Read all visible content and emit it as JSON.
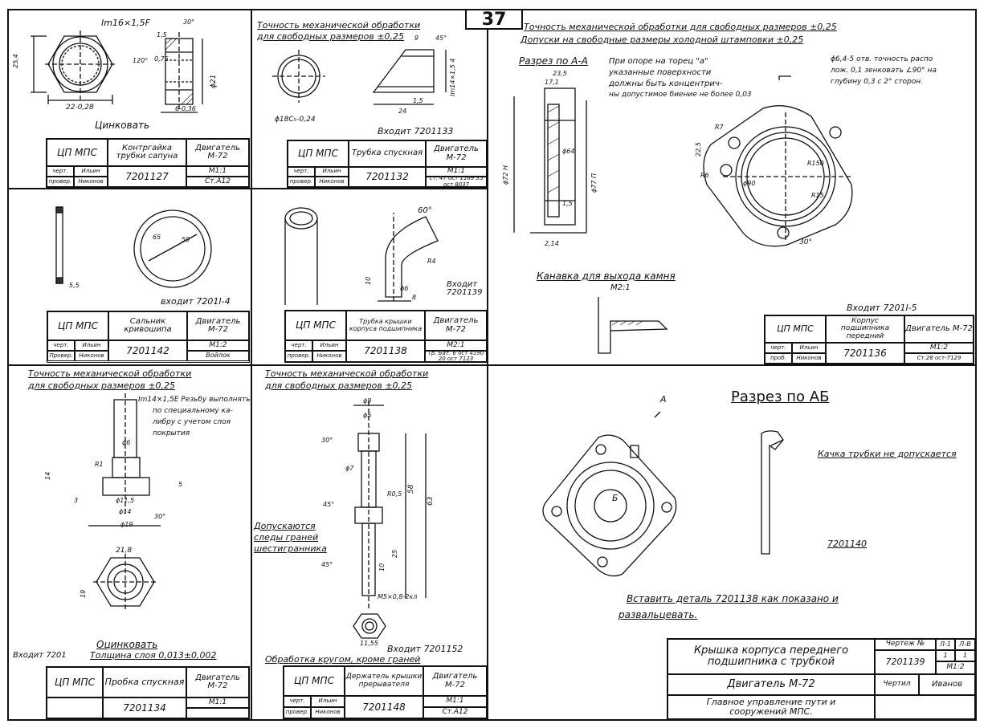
{
  "page_number": "37",
  "panels": {
    "p1": {
      "thread": "Im16×1,5F",
      "dim_a": "25,4",
      "dim_b": "22-0,28",
      "dim_c": "0,75",
      "dim_d": "ϕ21",
      "dim_e": "6-0,36",
      "dim_f": "30°",
      "dim_g": "120°",
      "dim_h": "1,5",
      "finish": "Цинковать",
      "tb": {
        "org": "ЦП МПС",
        "name": "Контргайка трубки сапуна",
        "product": "Двигатель М-72",
        "row1": "черт.",
        "row2": "провер.",
        "sig1": "Ильин",
        "sig2": "Никонов",
        "number": "7201127",
        "scale": "М1:1",
        "material": "Ст.А12"
      }
    },
    "p2": {
      "note1": "Точность механической обработки",
      "note2": "для свободных размеров ±0,25",
      "dim_a": "9",
      "dim_b": "45°",
      "dim_c": "Im14×1,5 4",
      "dim_d": "24",
      "dim_e": "1,5",
      "dim_f": "ϕ18С₅-0,24",
      "enters": "Входит 7201133",
      "tb": {
        "org": "ЦП МПС",
        "name": "Трубка спускная",
        "product": "Двигатель М-72",
        "row1": "черт.",
        "row2": "провер.",
        "sig1": "Ильин",
        "sig2": "Никонов",
        "number": "7201132",
        "scale": "М1:1",
        "material": "ст. 47 ост 1169 35 ост 8037"
      }
    },
    "p3": {
      "section": "Разрез по А-А",
      "note": [
        "При опоре на торец \"а\"",
        "указанные поверхности",
        "должны быть концентрич-",
        "ны допустимое биение не более 0,03"
      ],
      "hole_note": [
        "ϕ6,4-5 отв. точность распо",
        "лож. 0,1 зенковать ∠90° на",
        "глубину 0,3 с 2° сторон."
      ],
      "dims": [
        "23,5",
        "17,1",
        "ϕ72 Н",
        "ϕ77 П",
        "ϕ64",
        "ϕ90",
        "22,5",
        "R6",
        "R7",
        "R150",
        "R15",
        "30°",
        "2,14",
        "1,5"
      ],
      "groove_title": "Канавка для выхода камня",
      "groove_scale": "М2:1",
      "enters": "Входит 7201І-5",
      "tb": {
        "org": "ЦП МПС",
        "name": "Корпус подшипника передний",
        "product": "Двигатель М-72",
        "row1": "черт.",
        "row2": "проб.",
        "sig1": "Ильин",
        "sig2": "Никонов",
        "number": "7201136",
        "scale": "М1:2",
        "material": "Ст.28 ост-7129"
      }
    },
    "p4": {
      "dim_a": "5,5",
      "dim_b": "65",
      "dim_c": "50",
      "enters": "входит 7201І-4",
      "tb": {
        "org": "ЦП МПС",
        "name": "Сальник кривошипа",
        "product": "Двигатель М-72",
        "row1": "черт.",
        "row2": "Провер.",
        "sig1": "Ильин",
        "sig2": "Никонов",
        "number": "7201142",
        "scale": "М1:2",
        "material": "Войлок"
      }
    },
    "p5": {
      "dim_a": "60°",
      "dim_b": "R4",
      "dim_c": "10",
      "dim_d": "ϕ6",
      "dim_e": "8",
      "enters": "Входит 7201139",
      "tb": {
        "org": "ЦП МПС",
        "name": "Трубка крышки корпуса подшипника",
        "product": "Двигатель М-72",
        "row1": "черт.",
        "row2": "провер.",
        "sig1": "Ильин",
        "sig2": "Никонов",
        "number": "7201138",
        "scale": "М2:1",
        "material": "Тр. Бат. 6 ост 4190 20 ост 7123"
      }
    },
    "p6": {
      "note1": "Точность механической обработки",
      "note2": "для свободных размеров ±0,25",
      "thread_note": [
        "Im14×1,5Е Резьбу выполнять",
        "по специальному ка-",
        "либру с учетом слоя",
        "покрытия"
      ],
      "dims": [
        "ϕ6",
        "ϕ11,5",
        "ϕ14",
        "ϕ19",
        "14",
        "3",
        "5",
        "R1",
        "30°",
        "21,8",
        "19"
      ],
      "finish": "Оцинковать",
      "finish_note": "Толщина слоя 0,013±0,002",
      "enters": "Входит 7201",
      "tb": {
        "org": "ЦП МПС",
        "name": "Пробка спускная",
        "product": "Двигатель М-72",
        "number": "7201134",
        "scale": "М1:1"
      }
    },
    "p7": {
      "note1": "Точность механической обработки",
      "note2": "для свободных размеров ±0,25",
      "allow": [
        "Допускаются",
        "следы граней",
        "шестигранника"
      ],
      "dims": [
        "ϕ9",
        "ϕ5",
        "30°",
        "ϕ7",
        "45°",
        "R0,5",
        "58",
        "63",
        "25",
        "10",
        "М5×0,8-2кл",
        "45°",
        "11,55"
      ],
      "enters": "Входит 7201152",
      "machining": "Обработка кругом, кроме граней",
      "tb": {
        "org": "ЦП МПС",
        "name": "Держатель крышки прерывателя",
        "product": "Двигатель М-72",
        "row1": "черт.",
        "row2": "провер.",
        "sig1": "Ильин",
        "sig2": "Никонов",
        "number": "7201148",
        "scale": "М1:1",
        "material": "Ст.А12"
      }
    },
    "p8": {
      "section": "Разрез по АБ",
      "label_a": "А",
      "label_b": "Б",
      "note_pipe": "Качка трубки не допускается",
      "part": "7201140",
      "instruction": [
        "Вставить деталь 7201138 как показано и",
        "развальцевать."
      ],
      "title_block": {
        "name": [
          "Крышка корпуса переднего",
          "подшипника с трубкой"
        ],
        "product": "Двигатель М-72",
        "org": [
          "Главное управление пути и",
          "сооружений МПС."
        ],
        "drawing_label": "Чертеж №",
        "number": "7201139",
        "scale": "М1:2",
        "sheet": "Л-1",
        "sheets": "Л-В",
        "sheet_no": "1",
        "sheets_no": "1",
        "drawn_label": "Чертил",
        "signature": "Иванов"
      }
    }
  }
}
